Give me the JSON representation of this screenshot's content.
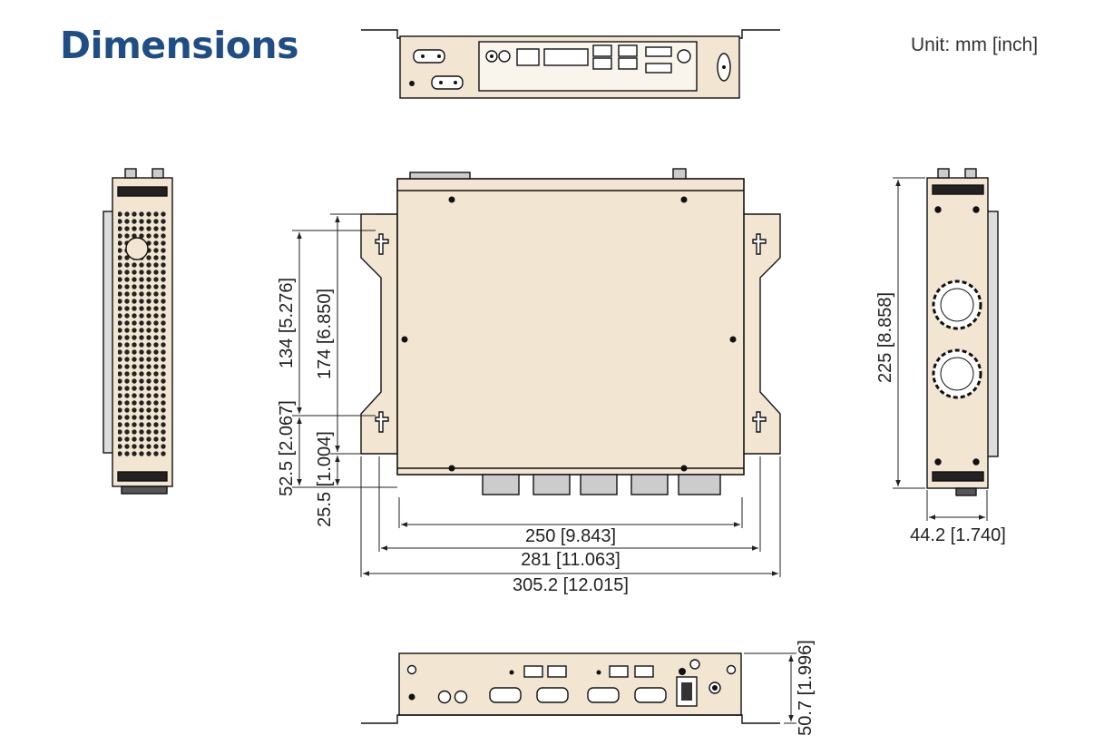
{
  "title": "Dimensions",
  "unit_label": "Unit: mm [inch]",
  "colors": {
    "title": "#1f4e86",
    "body_fill": "#f2e6d2",
    "outline": "#111111"
  },
  "dimensions": {
    "width_250": "250 [9.843]",
    "width_281": "281 [11.063]",
    "width_305": "305.2 [12.015]",
    "h_134": "134 [5.276]",
    "h_174": "174 [6.850]",
    "h_52_5": "52.5 [2.067]",
    "h_25_5": "25.5 [1.004]",
    "depth_225": "225 [8.858]",
    "side_44_2": "44.2 [1.740]",
    "height_50_7": "50.7 [1.996]"
  }
}
